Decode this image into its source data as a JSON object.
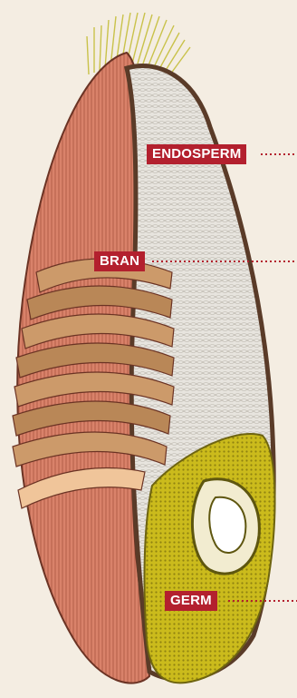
{
  "labels": {
    "endosperm": "ENDOSPERM",
    "bran": "BRAN",
    "germ": "GERM"
  },
  "colors": {
    "background": "#f4ede2",
    "label": "#b3202e",
    "bran_outer": "#d9826a",
    "bran_dark": "#9b4b35",
    "endosperm": "#e6e3dc",
    "germ": "#c9b81a",
    "husk": "#5a3b28",
    "hair": "#c9c24a"
  }
}
